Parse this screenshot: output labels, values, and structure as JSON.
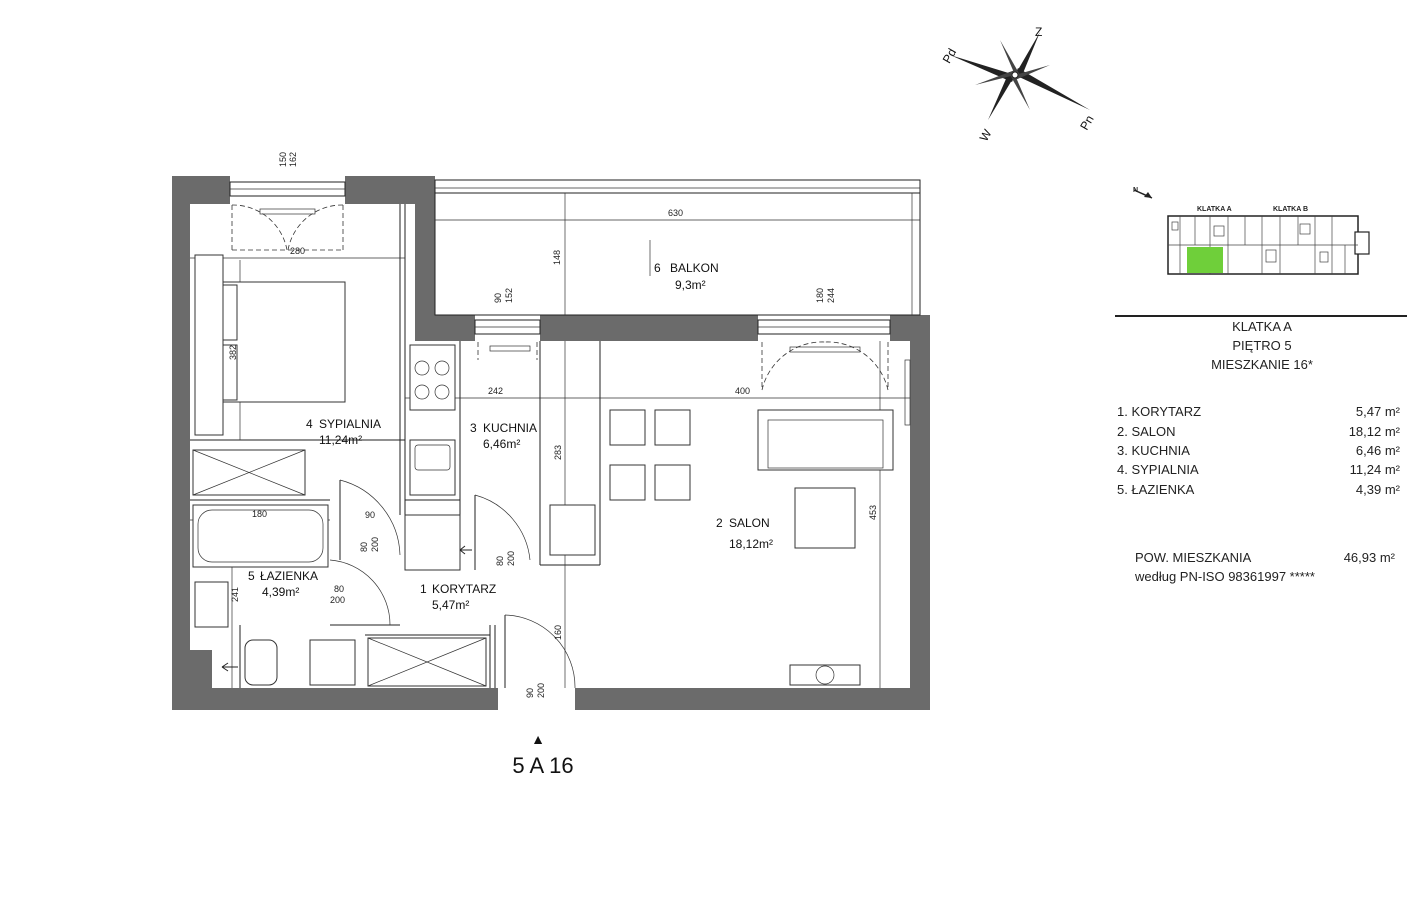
{
  "compass": {
    "labels": {
      "n": "Z",
      "ne": "Pn",
      "s": "W",
      "w": "Pd"
    }
  },
  "keyplan": {
    "north": "N",
    "stair_a": "KLATKA A",
    "stair_b": "KLATKA B",
    "highlight": "#6fcf3a"
  },
  "legend": {
    "stair": "KLATKA A",
    "floor": "PIĘTRO 5",
    "apartment": "MIESZKANIE 16*",
    "rooms": [
      {
        "label": "1. KORYTARZ",
        "area": "5,47 m²"
      },
      {
        "label": "2. SALON",
        "area": "18,12 m²"
      },
      {
        "label": "3. KUCHNIA",
        "area": "6,46 m²"
      },
      {
        "label": "4. SYPIALNIA",
        "area": "11,24 m²"
      },
      {
        "label": "5. ŁAZIENKA",
        "area": "4,39 m²"
      }
    ],
    "total_label": "POW. MIESZKANIA",
    "total_value": "46,93 m²",
    "norm": "według PN-ISO 98361997 *****"
  },
  "plan": {
    "rooms": [
      {
        "num": "4",
        "name": "SYPIALNIA",
        "area": "11,24m²"
      },
      {
        "num": "3",
        "name": "KUCHNIA",
        "area": "6,46m²"
      },
      {
        "num": "2",
        "name": "SALON",
        "area": "18,12m²"
      },
      {
        "num": "5",
        "name": "ŁAZIENKA",
        "area": "4,39m²"
      },
      {
        "num": "1",
        "name": "KORYTARZ",
        "area": "5,47m²"
      },
      {
        "num": "6",
        "name": "BALKON",
        "area": "9,3m²"
      }
    ],
    "dims": {
      "balcony_len": "630",
      "balcony_depth": "148",
      "bed_width": "280",
      "bed_depth": "382",
      "kitchen_width": "242",
      "kitchen_depth": "283",
      "salon_width": "400",
      "salon_depth": "453",
      "bath_width": "180",
      "bath_depth": "241",
      "corr_depth": "160",
      "win1_a": "150",
      "win1_b": "162",
      "win2_a": "90",
      "win2_b": "152",
      "win3_a": "180",
      "win3_b": "244",
      "door_90": "90",
      "door_a": "80",
      "door_b": "200"
    },
    "entrance": {
      "arrow": "▲",
      "code": "5 A 16"
    }
  }
}
